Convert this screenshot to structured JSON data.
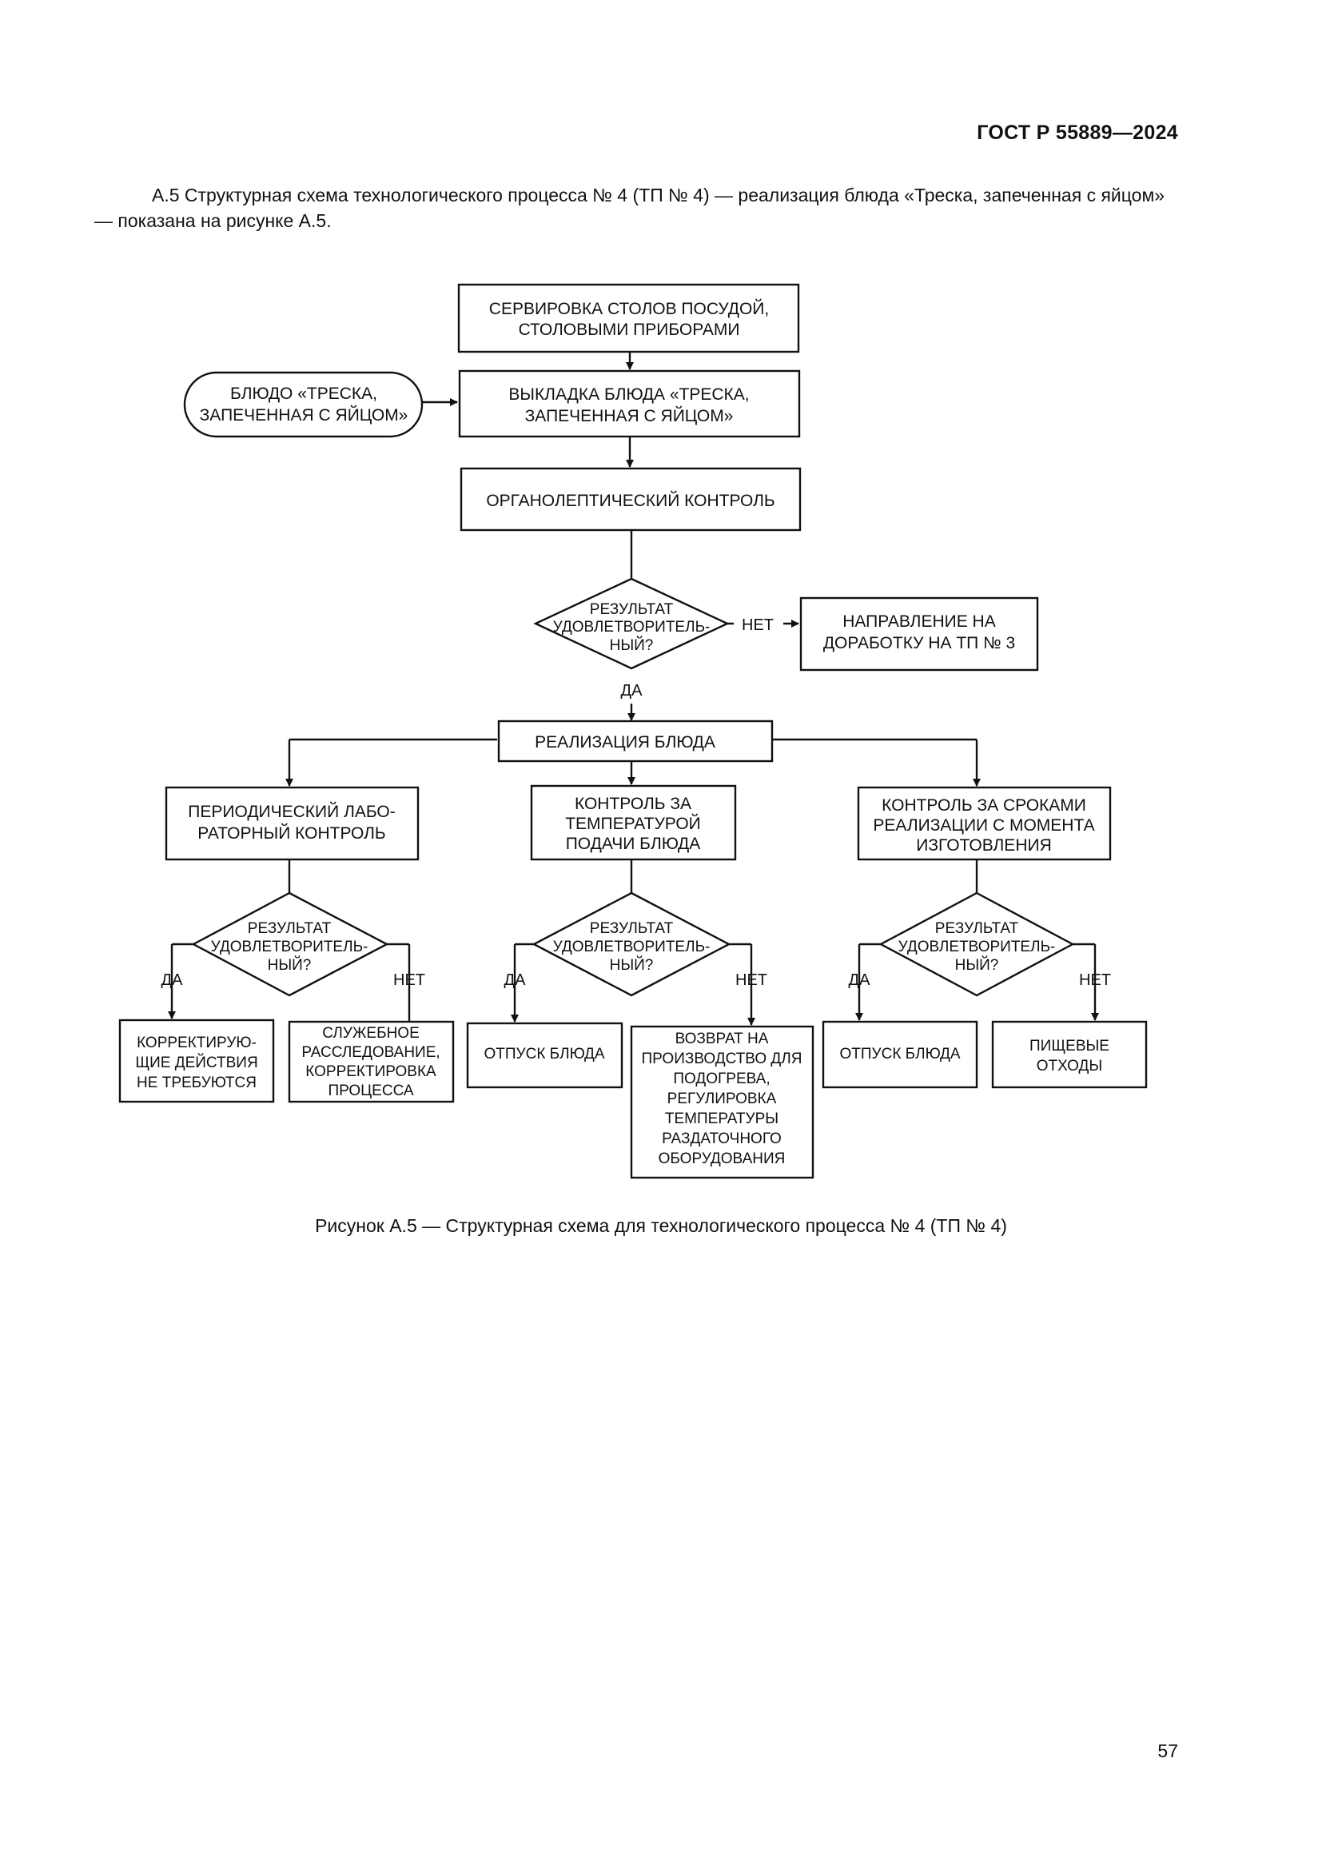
{
  "header": {
    "standard": "ГОСТ Р 55889—2024"
  },
  "intro": "А.5 Структурная схема технологического процесса № 4 (ТП № 4) — реализация блюда «Треска, запеченная с яйцом» — показана на рисунке А.5.",
  "diagram": {
    "serving": [
      "СЕРВИРОВКА СТОЛОВ ПОСУДОЙ,",
      "СТОЛОВЫМИ ПРИБОРАМИ"
    ],
    "dish_input": [
      "БЛЮДО «ТРЕСКА,",
      "ЗАПЕЧЕННАЯ С ЯЙЦОМ»"
    ],
    "plating": [
      "ВЫКЛАДКА БЛЮДА «ТРЕСКА,",
      "ЗАПЕЧЕННАЯ С ЯЙЦОМ»"
    ],
    "organoleptic": "ОРГАНОЛЕПТИЧЕСКИЙ КОНТРОЛЬ",
    "decision": [
      "РЕЗУЛЬТАТ",
      "УДОВЛЕТВОРИТЕЛЬ-",
      "НЫЙ?"
    ],
    "yes": "ДА",
    "no": "НЕТ",
    "rework": [
      "НАПРАВЛЕНИЕ НА",
      "ДОРАБОТКУ НА ТП № 3"
    ],
    "realization": "РЕАЛИЗАЦИЯ БЛЮДА",
    "lab_control": [
      "ПЕРИОДИЧЕСКИЙ ЛАБО-",
      "РАТОРНЫЙ КОНТРОЛЬ"
    ],
    "temp_control": [
      "КОНТРОЛЬ ЗА",
      "ТЕМПЕРАТУРОЙ",
      "ПОДАЧИ БЛЮДА"
    ],
    "time_control": [
      "КОНТРОЛЬ ЗА СРОКАМИ",
      "РЕАЛИЗАЦИИ С МОМЕНТА",
      "ИЗГОТОВЛЕНИЯ"
    ],
    "no_correction": [
      "КОРРЕКТИРУЮ-",
      "ЩИЕ ДЕЙСТВИЯ",
      "НЕ ТРЕБУЮТСЯ"
    ],
    "investigation": [
      "СЛУЖЕБНОЕ",
      "РАССЛЕДОВАНИЕ,",
      "КОРРЕКТИРОВКА",
      "ПРОЦЕССА"
    ],
    "release": "ОТПУСК БЛЮДА",
    "return": [
      "ВОЗВРАТ НА",
      "ПРОИЗВОДСТВО ДЛЯ",
      "ПОДОГРЕВА,",
      "РЕГУЛИРОВКА",
      "ТЕМПЕРАТУРЫ",
      "РАЗДАТОЧНОГО",
      "ОБОРУДОВАНИЯ"
    ],
    "waste": [
      "ПИЩЕВЫЕ",
      "ОТХОДЫ"
    ]
  },
  "caption": "Рисунок А.5 — Структурная схема для технологического процесса № 4 (ТП № 4)",
  "page_number": "57"
}
